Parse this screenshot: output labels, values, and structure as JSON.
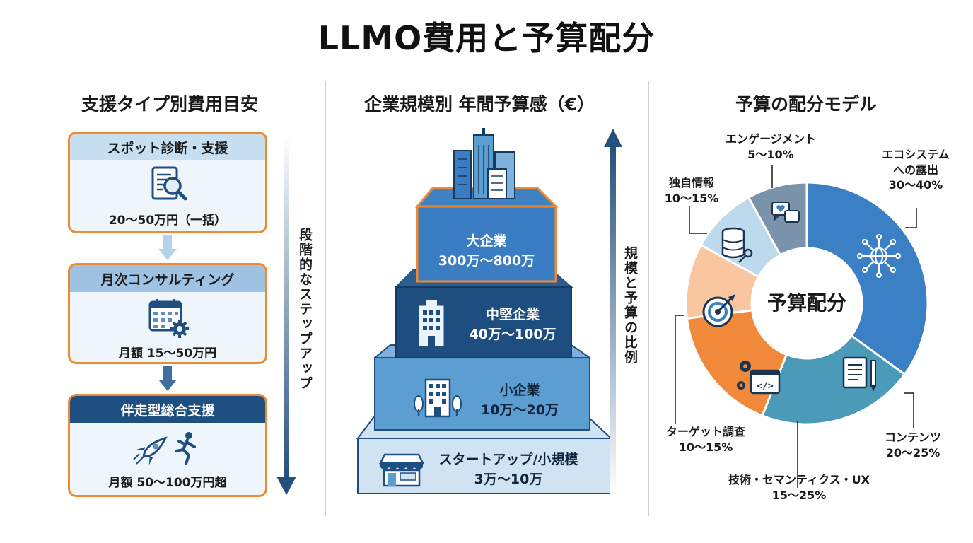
{
  "title": "LLMO費用と予算配分",
  "left": {
    "title": "支援タイプ別費用目安",
    "steps": [
      {
        "name": "スポット診断・支援",
        "price": "20〜50万円（一括）"
      },
      {
        "name": "月次コンサルティング",
        "price": "月額 15〜50万円"
      },
      {
        "name": "伴走型総合支援",
        "price": "月額 50〜100万円超"
      }
    ],
    "arrow_label": "段階的なステップアップ",
    "colors": {
      "accent": "#ef8a34",
      "dark_blue": "#1f4f80",
      "light_blue": "#c8dff1"
    },
    "icons": [
      "document-search-icon",
      "calendar-gear-icon",
      "rocket-runner-icon"
    ]
  },
  "middle": {
    "title": "企業規模別 年間予算感（€）",
    "tiers": [
      {
        "name": "大企業",
        "range": "300万〜800万"
      },
      {
        "name": "中堅企業",
        "range": "40万〜100万"
      },
      {
        "name": "小企業",
        "range": "10万〜20万"
      },
      {
        "name": "スタートアップ/小規模",
        "range": "3万〜10万"
      }
    ],
    "arrow_label": "規模と予算の比例",
    "icons": [
      "skyscrapers-icon",
      "office-building-icon",
      "small-building-icon",
      "storefront-icon"
    ]
  },
  "right": {
    "title": "予算の配分モデル",
    "center": "予算配分",
    "segments": [
      {
        "name": "エコシステムへの露出",
        "label_lines": [
          "エコシステム",
          "への露出"
        ],
        "range": "30〜40%",
        "value": 35,
        "color": "#3b7fc4",
        "icon": "network-globe-icon"
      },
      {
        "name": "コンテンツ",
        "label_lines": [
          "コンテンツ"
        ],
        "range": "20〜25%",
        "value": 21,
        "color": "#4a9ab8",
        "icon": "document-pen-icon"
      },
      {
        "name": "技術・セマンティクス・UX",
        "label_lines": [
          "技術・セマンティクス・UX"
        ],
        "range": "15〜25%",
        "value": 17,
        "color": "#f0893a",
        "icon": "code-gear-icon"
      },
      {
        "name": "ターゲット調査",
        "label_lines": [
          "ターゲット調査"
        ],
        "range": "10〜15%",
        "value": 10,
        "color": "#f9c6a0",
        "icon": "target-icon"
      },
      {
        "name": "独自情報",
        "label_lines": [
          "独自情報"
        ],
        "range": "10〜15%",
        "value": 9,
        "color": "#bcd9ee",
        "icon": "database-key-icon"
      },
      {
        "name": "エンゲージメント",
        "label_lines": [
          "エンゲージメント"
        ],
        "range": "5〜10%",
        "value": 8,
        "color": "#7b93aa",
        "icon": "chat-heart-icon"
      }
    ]
  }
}
